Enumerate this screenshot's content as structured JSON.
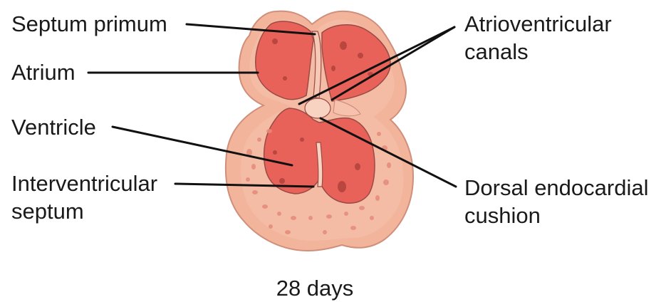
{
  "labels": {
    "septum_primum": "Septum primum",
    "atrium": "Atrium",
    "ventricle": "Ventricle",
    "interventricular_line1": "Interventricular",
    "interventricular_line2": "septum",
    "av_canals_line1": "Atrioventricular",
    "av_canals_line2": "canals",
    "dorsal_line1": "Dorsal endocardial",
    "dorsal_line2": "cushion"
  },
  "caption": "28 days",
  "colors": {
    "outer_tissue": "#f3b49c",
    "outer_stroke": "#cf8f7a",
    "chamber": "#e8625a",
    "chamber_stroke": "#9a4a44",
    "lumen_spots": "#f6c9b6",
    "dark_spots": "#b9463f",
    "cushion": "#f8d3c2",
    "text": "#1a1a1a",
    "leader": "#111111"
  }
}
